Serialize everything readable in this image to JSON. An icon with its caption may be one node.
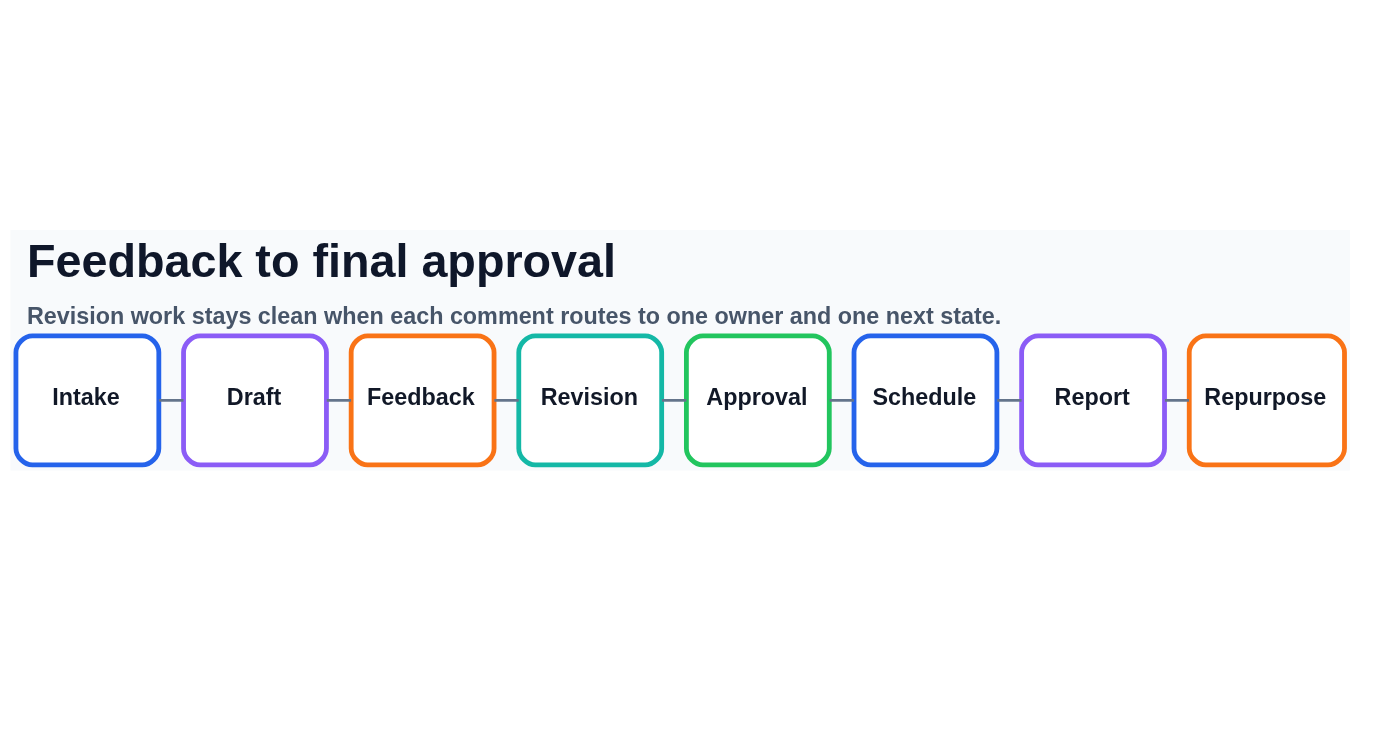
{
  "diagram": {
    "title": "Feedback to final approval",
    "caption": "Revision work stays clean when each comment routes to one owner and one next state.",
    "nodes": [
      {
        "text": [
          "Intake"
        ]
      },
      {
        "text": [
          "Draft"
        ]
      },
      {
        "text": [
          "Feedback"
        ]
      },
      {
        "text": [
          "Revision"
        ]
      },
      {
        "text": [
          "Approval"
        ]
      },
      {
        "text": [
          "Schedule"
        ]
      },
      {
        "text": [
          "Report"
        ]
      },
      {
        "text": [
          "Repurpose"
        ]
      }
    ],
    "edges": [
      {
        "from": 0,
        "to": 1,
        "arrow": "none"
      },
      {
        "from": 1,
        "to": 2,
        "arrow": "none"
      },
      {
        "from": 2,
        "to": 3,
        "arrow": "none"
      },
      {
        "from": 3,
        "to": 4,
        "arrow": "none"
      },
      {
        "from": 4,
        "to": 5,
        "arrow": "none"
      },
      {
        "from": 5,
        "to": 6,
        "arrow": "none"
      },
      {
        "from": 6,
        "to": 7,
        "arrow": "none"
      }
    ]
  }
}
